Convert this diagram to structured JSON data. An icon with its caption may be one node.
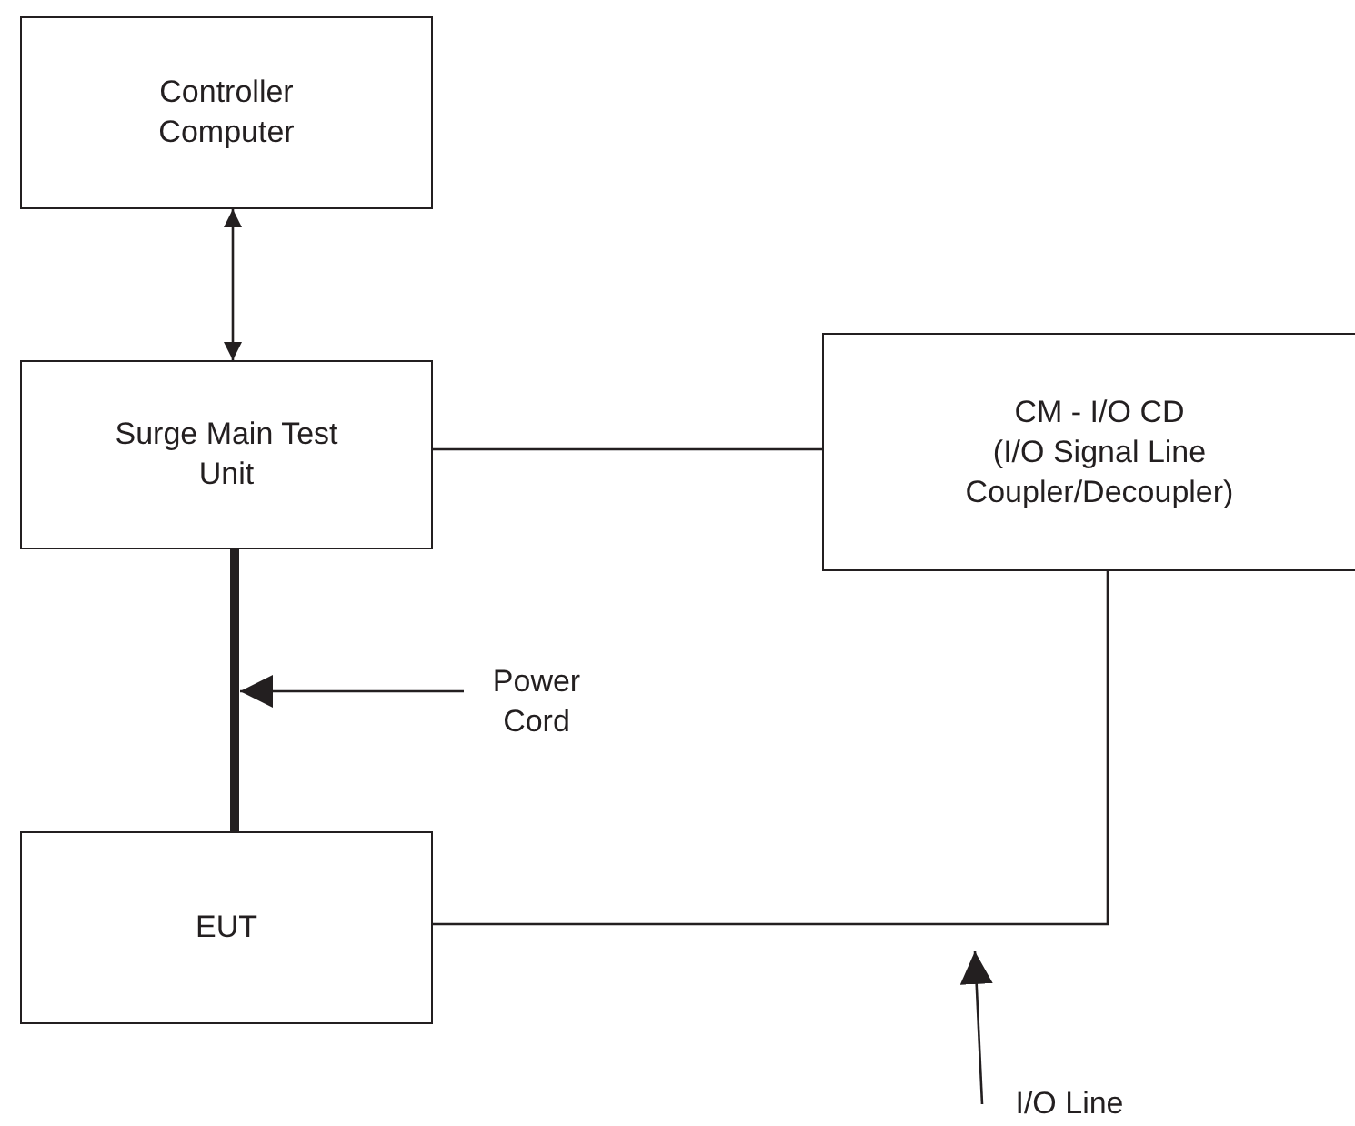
{
  "diagram": {
    "nodes": [
      {
        "text": [
          "Controller Computer"
        ]
      },
      {
        "text": [
          "Surge Main Test Unit"
        ]
      },
      {
        "text": [
          "CM - I/O CD",
          "(I/O Signal Line Coupler/Decoupler)"
        ]
      },
      {
        "text": [
          "EUT"
        ]
      },
      {
        "text": [
          "Power Cord"
        ]
      },
      {
        "text": [
          "I/O Line"
        ]
      }
    ],
    "edges": [
      {
        "from": 0,
        "to": 1,
        "arrow": "both"
      },
      {
        "from": 1,
        "to": 2,
        "arrow": "none"
      },
      {
        "from": 1,
        "to": 3,
        "arrow": "none",
        "style": "thick"
      },
      {
        "from": 3,
        "to": 2,
        "arrow": "none"
      },
      {
        "from": 4,
        "to": null,
        "arrow": "to"
      },
      {
        "from": 5,
        "to": null,
        "arrow": "to"
      }
    ]
  }
}
